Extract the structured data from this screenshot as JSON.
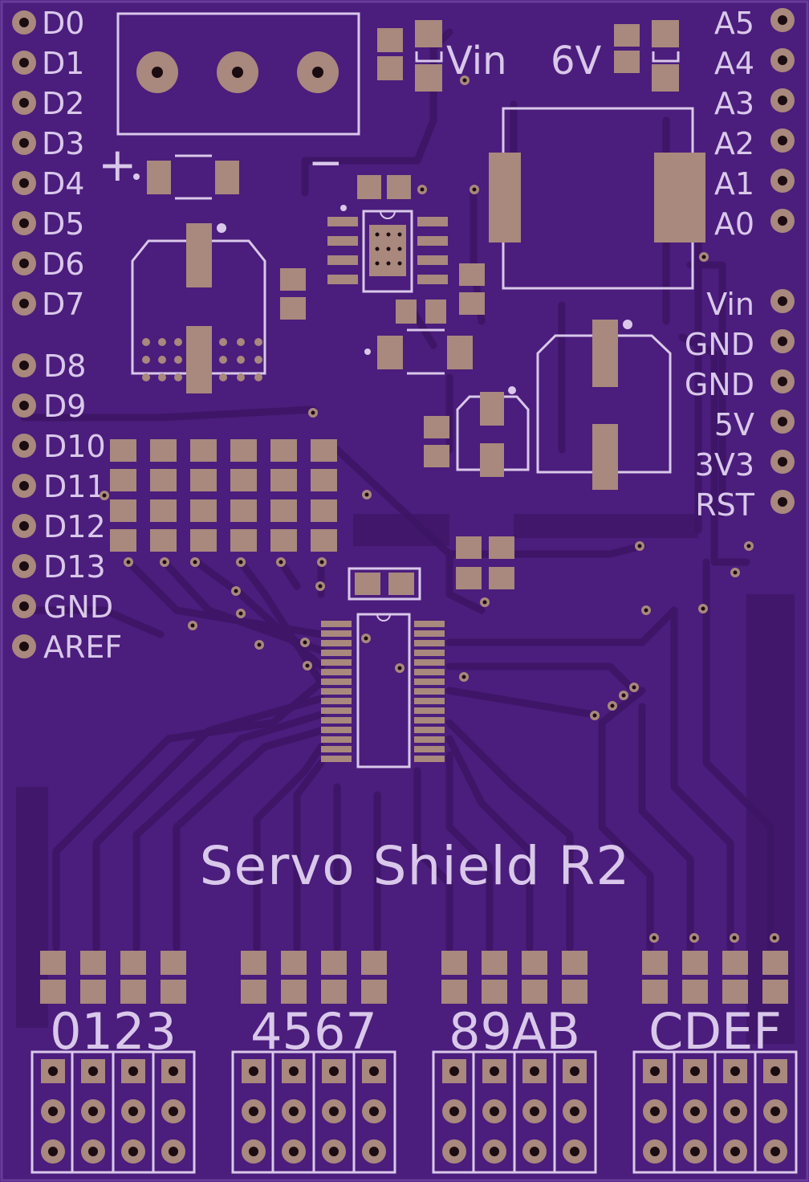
{
  "board": {
    "title": "Servo Shield R2",
    "colors": {
      "substrate": "#4b1d7c",
      "trace": "#3d1565",
      "silkscreen": "#d9c8ea",
      "pad": "#a9887d",
      "hole": "#1a0c10"
    }
  },
  "header_left": {
    "digital": [
      "D0",
      "D1",
      "D2",
      "D3",
      "D4",
      "D5",
      "D6",
      "D7"
    ],
    "digital_high": [
      "D8",
      "D9",
      "D10",
      "D11",
      "D12",
      "D13",
      "GND",
      "AREF"
    ]
  },
  "header_right": {
    "analog": [
      "A5",
      "A4",
      "A3",
      "A2",
      "A1",
      "A0"
    ],
    "power": [
      "Vin",
      "GND",
      "GND",
      "5V",
      "3V3",
      "RST"
    ]
  },
  "power_labels": {
    "plus": "+",
    "minus": "−",
    "vin": "Vin",
    "six_v": "6V"
  },
  "servo_groups": [
    "0123",
    "4567",
    "89AB",
    "CDEF"
  ]
}
